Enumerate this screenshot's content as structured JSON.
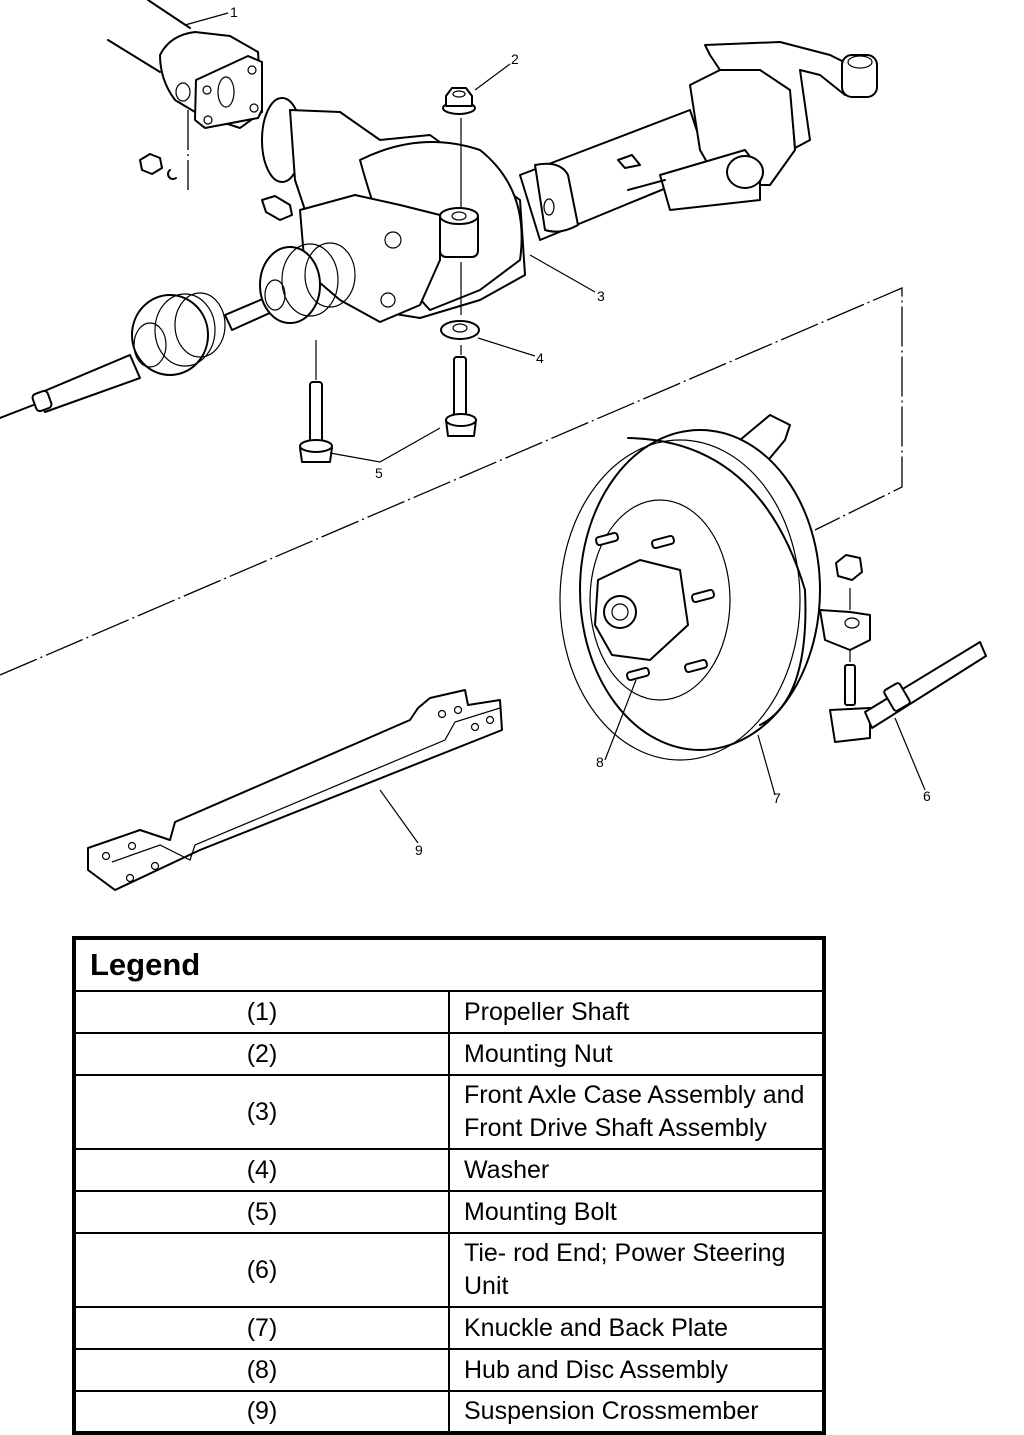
{
  "diagram": {
    "title": "Front axle assembly exploded view",
    "callouts": [
      "1",
      "2",
      "3",
      "4",
      "5",
      "6",
      "7",
      "8",
      "9"
    ]
  },
  "legend": {
    "title": "Legend",
    "rows": [
      {
        "number": "(1)",
        "description": "Propeller Shaft"
      },
      {
        "number": "(2)",
        "description": "Mounting Nut"
      },
      {
        "number": "(3)",
        "description": "Front Axle Case Assembly and Front Drive Shaft Assembly"
      },
      {
        "number": "(4)",
        "description": "Washer"
      },
      {
        "number": "(5)",
        "description": "Mounting Bolt"
      },
      {
        "number": "(6)",
        "description": "Tie- rod End; Power Steering Unit"
      },
      {
        "number": "(7)",
        "description": "Knuckle and Back Plate"
      },
      {
        "number": "(8)",
        "description": "Hub and Disc Assembly"
      },
      {
        "number": "(9)",
        "description": "Suspension Crossmember"
      }
    ]
  }
}
